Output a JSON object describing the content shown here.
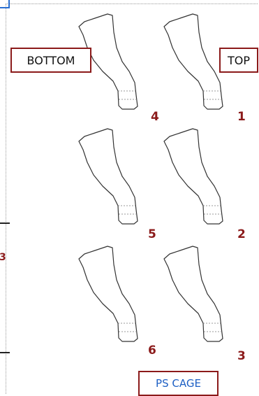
{
  "labels": {
    "bottom": "BOTTOM",
    "top": "TOP",
    "cage": "PS CAGE",
    "side_digit": "3"
  },
  "modules": [
    {
      "number": "1"
    },
    {
      "number": "2"
    },
    {
      "number": "3"
    },
    {
      "number": "4"
    },
    {
      "number": "5"
    },
    {
      "number": "6"
    }
  ],
  "colors": {
    "label_border": "#8b1a1a",
    "number_text": "#8b1a1a",
    "cage_text": "#1d5fc4",
    "outline": "#333333"
  },
  "icons": [
    "module-outline-icon"
  ]
}
